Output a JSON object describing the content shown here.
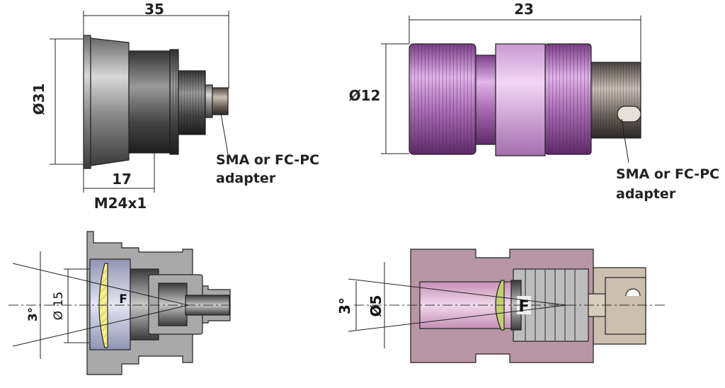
{
  "top_left": {
    "width_dim": "35",
    "diameter_dim": "Ø31",
    "length_dim": "17",
    "thread": "M24x1",
    "adapter_label_1": "SMA or FC-PC",
    "adapter_label_2": "adapter"
  },
  "top_right": {
    "width_dim": "23",
    "diameter_dim": "Ø12",
    "adapter_label_1": "SMA or FC-PC",
    "adapter_label_2": "adapter"
  },
  "bottom_left": {
    "angle": "3°",
    "aperture": "Ø 15",
    "focus": "F"
  },
  "bottom_right": {
    "angle": "3°",
    "aperture": "Ø5",
    "focus": "F"
  },
  "colors": {
    "grey_body": "#a9a9a9",
    "purple_body": "#b98fc0",
    "section_pink": "#b896a6",
    "lens_yellow": "#f4f088",
    "lens_green": "#c4cf6a",
    "tan": "#cbbfae"
  }
}
